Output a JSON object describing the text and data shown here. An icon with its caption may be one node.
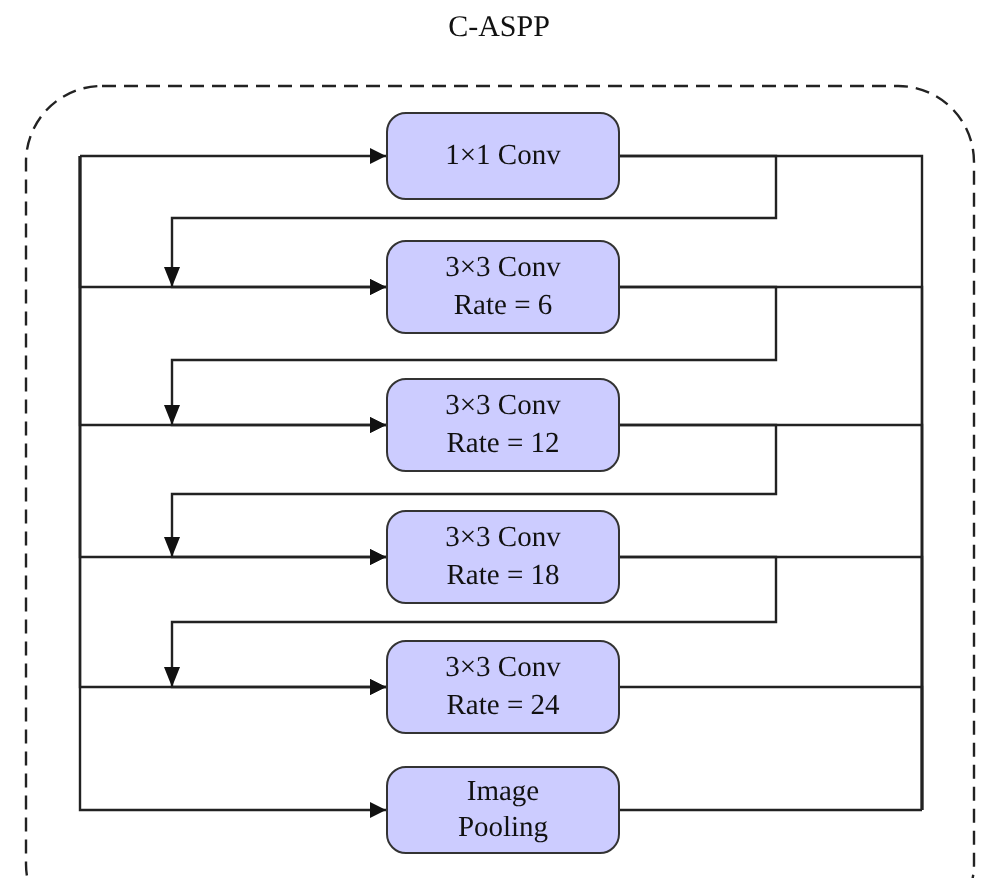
{
  "diagram": {
    "title": "C-ASPP",
    "nodes": [
      {
        "text": [],
        "shape": "box"
      },
      {
        "text": [
          "1×1 Conv"
        ],
        "in": 0
      },
      {
        "text": [
          "3×3 Conv Rate = 6"
        ],
        "in": 0
      },
      {
        "text": [
          "3×3 Conv Rate = 12"
        ],
        "in": 0
      },
      {
        "text": [
          "3×3 Conv Rate = 18"
        ],
        "in": 0
      },
      {
        "text": [
          "3×3 Conv Rate = 24"
        ],
        "in": 0
      },
      {
        "text": [
          "Image Pooling"
        ],
        "in": 0
      }
    ],
    "edges": [
      {
        "from": null,
        "to": 1,
        "arrow": "to"
      },
      {
        "from": null,
        "to": 2,
        "arrow": "to"
      },
      {
        "from": null,
        "to": 3,
        "arrow": "to"
      },
      {
        "from": null,
        "to": 4,
        "arrow": "to"
      },
      {
        "from": null,
        "to": 5,
        "arrow": "to"
      },
      {
        "from": null,
        "to": 6,
        "arrow": "to"
      },
      {
        "from": 1,
        "to": 2,
        "arrow": "to"
      },
      {
        "from": 2,
        "to": 3,
        "arrow": "to"
      },
      {
        "from": 3,
        "to": 4,
        "arrow": "to"
      },
      {
        "from": 4,
        "to": 5,
        "arrow": "to"
      },
      {
        "from": 1,
        "to": null,
        "arrow": "none"
      },
      {
        "from": 2,
        "to": null,
        "arrow": "none"
      },
      {
        "from": 3,
        "to": null,
        "arrow": "none"
      },
      {
        "from": 4,
        "to": null,
        "arrow": "none"
      },
      {
        "from": 5,
        "to": null,
        "arrow": "none"
      },
      {
        "from": 6,
        "to": null,
        "arrow": "none"
      }
    ]
  }
}
